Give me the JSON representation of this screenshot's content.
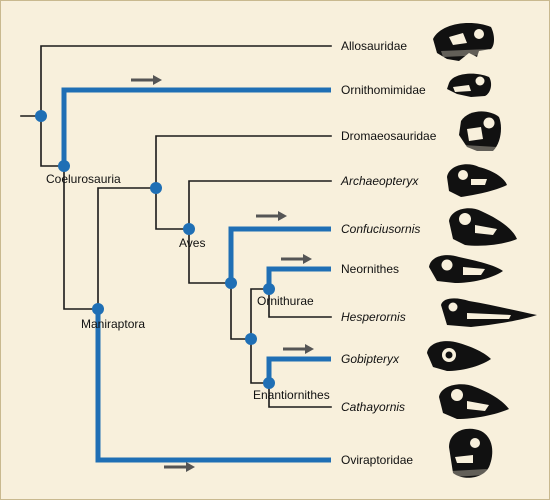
{
  "colors": {
    "background": "#f8f0dc",
    "thin_branch": "#1a1a1a",
    "highlight_branch": "#1f6fb5",
    "node": "#1f6fb5",
    "arrow": "#555555",
    "skull": "#111111"
  },
  "taxa": [
    {
      "name": "Allosauridae",
      "italic": false,
      "highlighted": false
    },
    {
      "name": "Ornithomimidae",
      "italic": false,
      "highlighted": true
    },
    {
      "name": "Dromaeosauridae",
      "italic": false,
      "highlighted": false
    },
    {
      "name": "Archaeopteryx",
      "italic": true,
      "highlighted": false
    },
    {
      "name": "Confuciusornis",
      "italic": true,
      "highlighted": true
    },
    {
      "name": "Neornithes",
      "italic": false,
      "highlighted": true
    },
    {
      "name": "Hesperornis",
      "italic": true,
      "highlighted": false
    },
    {
      "name": "Gobipteryx",
      "italic": true,
      "highlighted": true
    },
    {
      "name": "Cathayornis",
      "italic": true,
      "highlighted": false
    },
    {
      "name": "Oviraptoridae",
      "italic": false,
      "highlighted": true
    }
  ],
  "clades": {
    "coelurosauria": "Coelurosauria",
    "maniraptora": "Maniraptora",
    "aves": "Aves",
    "ornithurae": "Ornithurae",
    "enantiornithes": "Enantiornithes"
  },
  "icons": [
    "skull-icon",
    "arrow-right-icon",
    "node-dot-icon"
  ]
}
